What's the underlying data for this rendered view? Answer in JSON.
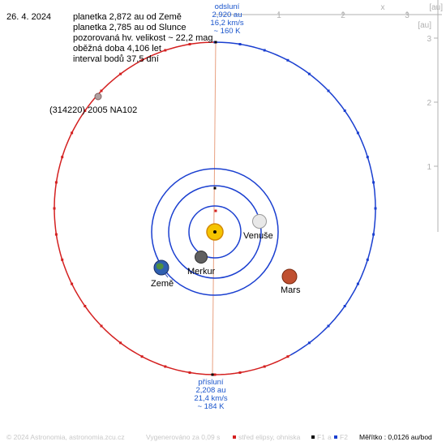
{
  "date": "26. 4. 2024",
  "info_lines": [
    "planetka 2,872 au od Země",
    "planetka 2,785 au od Slunce",
    "pozorovaná hv. velikost ~ 22,2 mag",
    "oběžná doba 4,106 let",
    "interval bodů 37,5 dní"
  ],
  "asteroid_name": "(314220) 2005 NA102",
  "aphelion": {
    "lines": [
      "odsluní",
      "2,920 au",
      "16,2 km/s",
      "~ 160 K"
    ]
  },
  "perihelion": {
    "lines": [
      "přísluní",
      "2,208 au",
      "21,4 km/s",
      "~ 184 K"
    ]
  },
  "top_axis": {
    "label": "x",
    "unit": "[au]",
    "ticks": [
      "1",
      "2",
      "3"
    ]
  },
  "right_axis": {
    "unit": "[au]",
    "ticks": [
      "1",
      "2",
      "3"
    ]
  },
  "planets": {
    "venus": "Venuše",
    "mercury": "Merkur",
    "earth": "Země",
    "mars": "Mars"
  },
  "footer": {
    "copyright": "© 2024 Astronomia, astronomia.zcu.cz",
    "generated": "Vygenerováno za 0,09 s",
    "legend_center": "střed elipsy, ohniska",
    "legend_f1": "F1",
    "legend_a": "a",
    "legend_f2": "F2",
    "scale": "Měřítko : 0,0126 au/bod"
  },
  "colors": {
    "orbit_red": "#d42020",
    "orbit_blue": "#1a3fd0",
    "apsis_line": "#e8a080",
    "accent_text": "#1a55cc",
    "axis_grey": "#b0b0b0",
    "sun": "#f5c400"
  }
}
